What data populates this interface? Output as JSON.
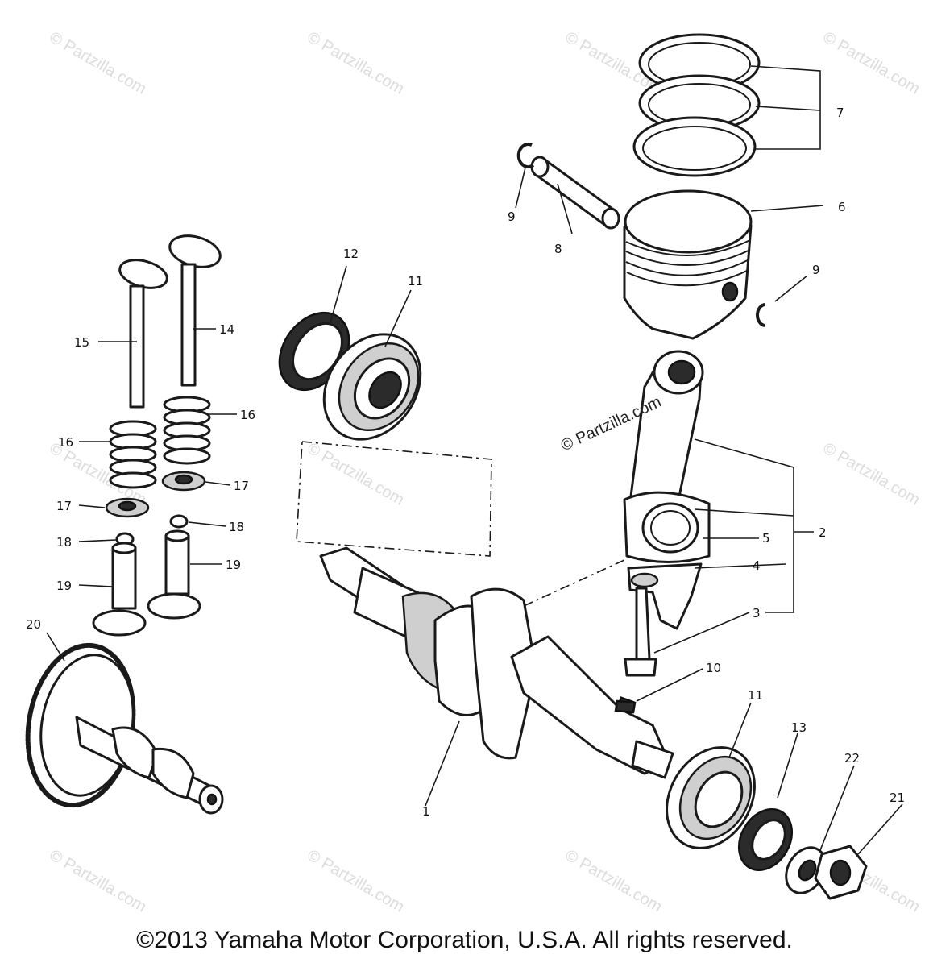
{
  "watermark": "© Partzilla.com",
  "copyright": "©2013 Yamaha Motor Corporation, U.S.A. All rights reserved.",
  "callouts": [
    "1",
    "2",
    "3",
    "4",
    "5",
    "6",
    "7",
    "8",
    "9",
    "9",
    "10",
    "11",
    "11",
    "12",
    "13",
    "14",
    "15",
    "16",
    "16",
    "17",
    "17",
    "18",
    "18",
    "19",
    "19",
    "20",
    "21",
    "22"
  ],
  "parts": [
    "crankshaft",
    "connecting-rod",
    "bolt",
    "washer",
    "bearing-cap",
    "piston",
    "piston-rings",
    "piston-pin",
    "pin-clip",
    "woodruff-key",
    "bearing",
    "oil-seal",
    "valve",
    "valve-spring",
    "spring-seat",
    "valve-lifter",
    "camshaft-gear",
    "nut"
  ]
}
